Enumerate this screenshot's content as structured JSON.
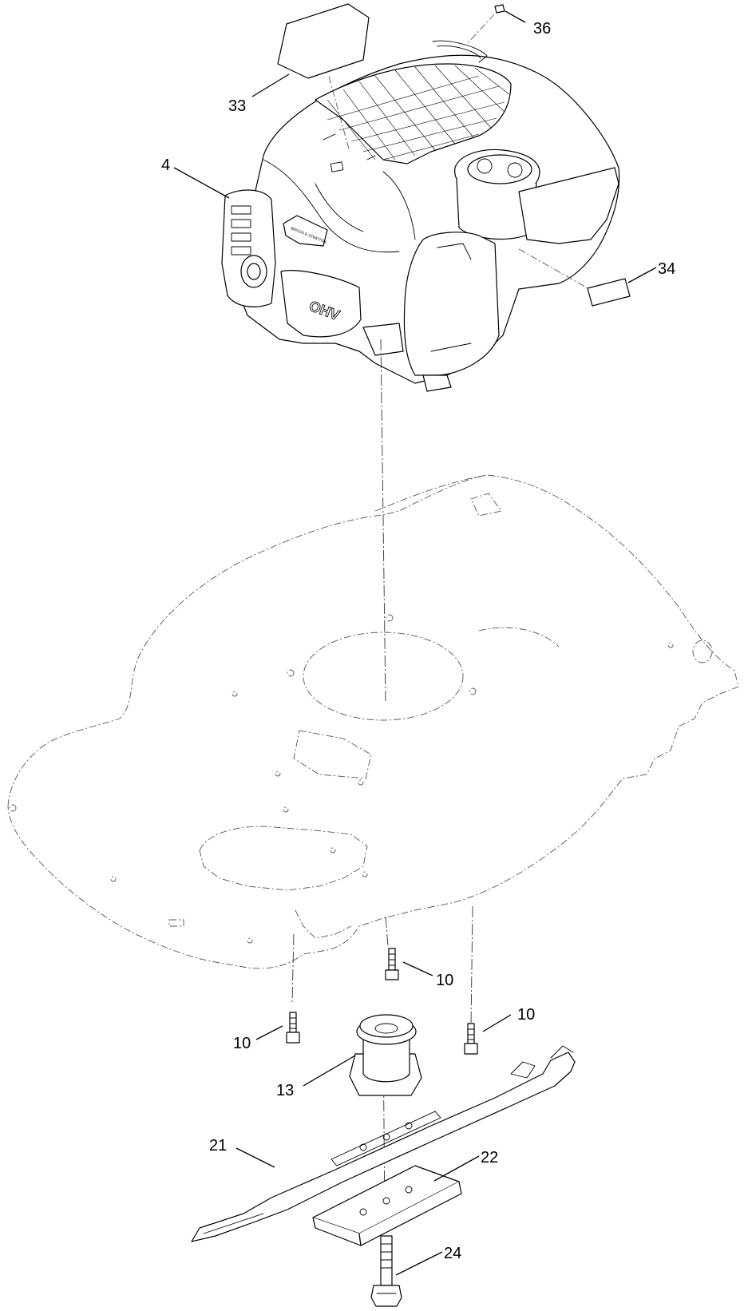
{
  "callouts": [
    {
      "id": "c36",
      "label": "36"
    },
    {
      "id": "c33",
      "label": "33"
    },
    {
      "id": "c4",
      "label": "4"
    },
    {
      "id": "c34",
      "label": "34"
    },
    {
      "id": "c10a",
      "label": "10"
    },
    {
      "id": "c10b",
      "label": "10"
    },
    {
      "id": "c10c",
      "label": "10"
    },
    {
      "id": "c13",
      "label": "13"
    },
    {
      "id": "c21",
      "label": "21"
    },
    {
      "id": "c22",
      "label": "22"
    },
    {
      "id": "c24",
      "label": "24"
    }
  ],
  "engine_logo_text": "BRIGGS & STRATTON",
  "engine_ohv_text": "OHV"
}
